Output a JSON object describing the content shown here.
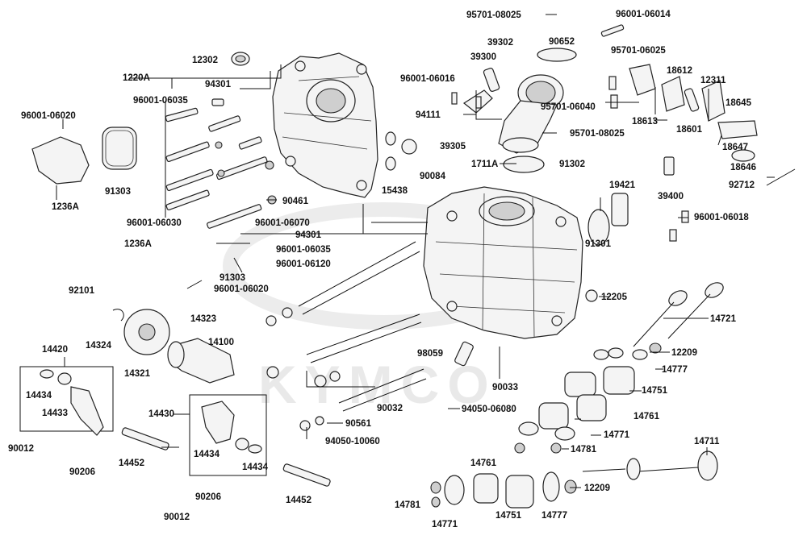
{
  "watermark": "KYMCO",
  "labels": {
    "l01": "95701-08025",
    "l02": "96001-06014",
    "l03": "90652",
    "l04": "39302",
    "l05": "39300",
    "l06": "95701-06025",
    "l07": "12302",
    "l08": "1220A",
    "l09": "94301",
    "l10": "96001-06035",
    "l11": "96001-06016",
    "l12": "18612",
    "l13": "12311",
    "l14": "96001-06020",
    "l15": "94111",
    "l16": "95701-06040",
    "l17": "18645",
    "l18": "18613",
    "l19": "18601",
    "l20": "39305",
    "l21": "95701-08025",
    "l22": "18647",
    "l23": "1711A",
    "l24": "91302",
    "l25": "90084",
    "l26": "18646",
    "l27": "91303",
    "l28": "92712",
    "l29": "1236A",
    "l30": "15438",
    "l31": "19421",
    "l32": "90461",
    "l33": "39400",
    "l34": "96001-06030",
    "l35": "96001-06070",
    "l36": "94301",
    "l37": "96001-06018",
    "l38": "1236A",
    "l39": "96001-06035",
    "l40": "91301",
    "l41": "96001-06120",
    "l42": "91303",
    "l43": "96001-06020",
    "l44": "92101",
    "l45": "12205",
    "l46": "14323",
    "l47": "14721",
    "l48": "14324",
    "l49": "14100",
    "l50": "14420",
    "l51": "12209",
    "l52": "98059",
    "l53": "14777",
    "l54": "14321",
    "l55": "90033",
    "l56": "14751",
    "l57": "14434",
    "l58": "14433",
    "l59": "90032",
    "l60": "94050-06080",
    "l61": "14430",
    "l62": "14761",
    "l63": "90561",
    "l64": "14771",
    "l65": "94050-10060",
    "l66": "90012",
    "l67": "14781",
    "l68": "14452",
    "l69": "14434",
    "l70": "14711",
    "l71": "90206",
    "l72": "14434",
    "l73": "14761",
    "l74": "90206",
    "l75": "12209",
    "l76": "14781",
    "l77": "14452",
    "l78": "14751",
    "l79": "14777",
    "l80": "90012",
    "l81": "14771"
  }
}
